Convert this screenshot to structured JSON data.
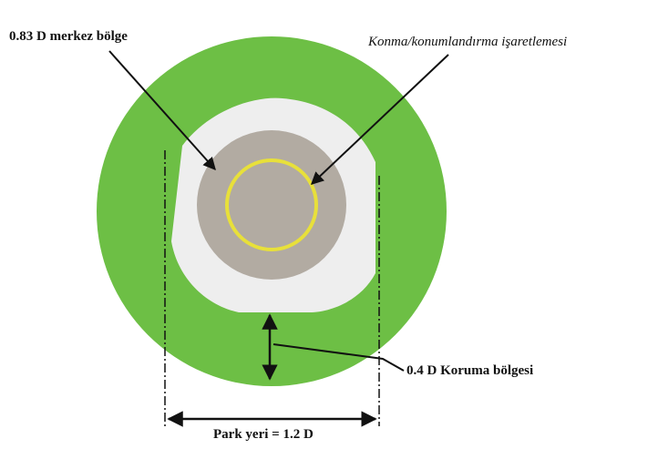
{
  "labels": {
    "center_zone": "0.83 D merkez bölge",
    "touchdown_marking": "Konma/konumlandırma işaretlemesi",
    "protection_zone": "0.4 D Koruma bölgesi",
    "parking_stand": "Park yeri = 1.2 D"
  },
  "colors": {
    "protection_area": "#6dbf45",
    "stand_surface": "#eeeeee",
    "center_zone": "#b2aba2",
    "touchdown_ring": "#e8e03a",
    "lines": "#111111"
  }
}
